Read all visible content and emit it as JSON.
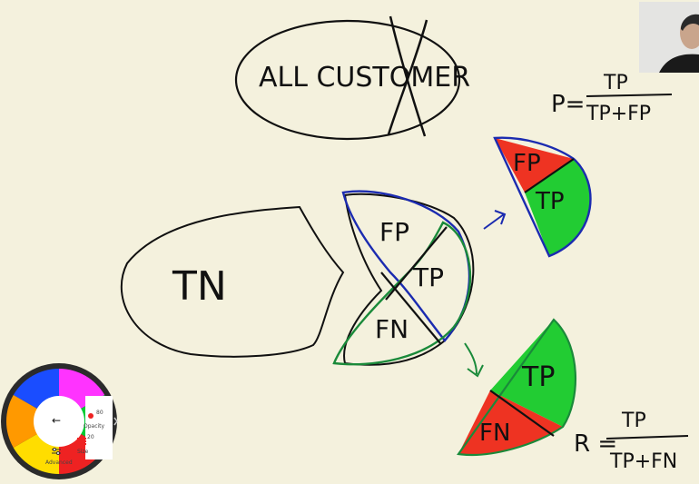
{
  "whiteboard": {
    "all_customers_label": "ALL CUSTOMER",
    "tn_label": "TN",
    "fp_label": "FP",
    "tp_label": "TP",
    "fn_label": "FN",
    "precision": {
      "lhs": "P=",
      "numerator": "TP",
      "denominator": "TP+FP"
    },
    "recall": {
      "lhs": "R =",
      "numerator": "TP",
      "denominator": "TP+FN"
    }
  },
  "pen_palette": {
    "back_symbol": "←",
    "opacity_label": "Opacity",
    "opacity_value": "80",
    "size_label": "Size",
    "size_value": "20",
    "advanced_label": "Advanced",
    "colors": [
      "#1a4dff",
      "#ff33ff",
      "#00cc33",
      "#ee2222",
      "#ffdd00",
      "#ff9900"
    ]
  }
}
